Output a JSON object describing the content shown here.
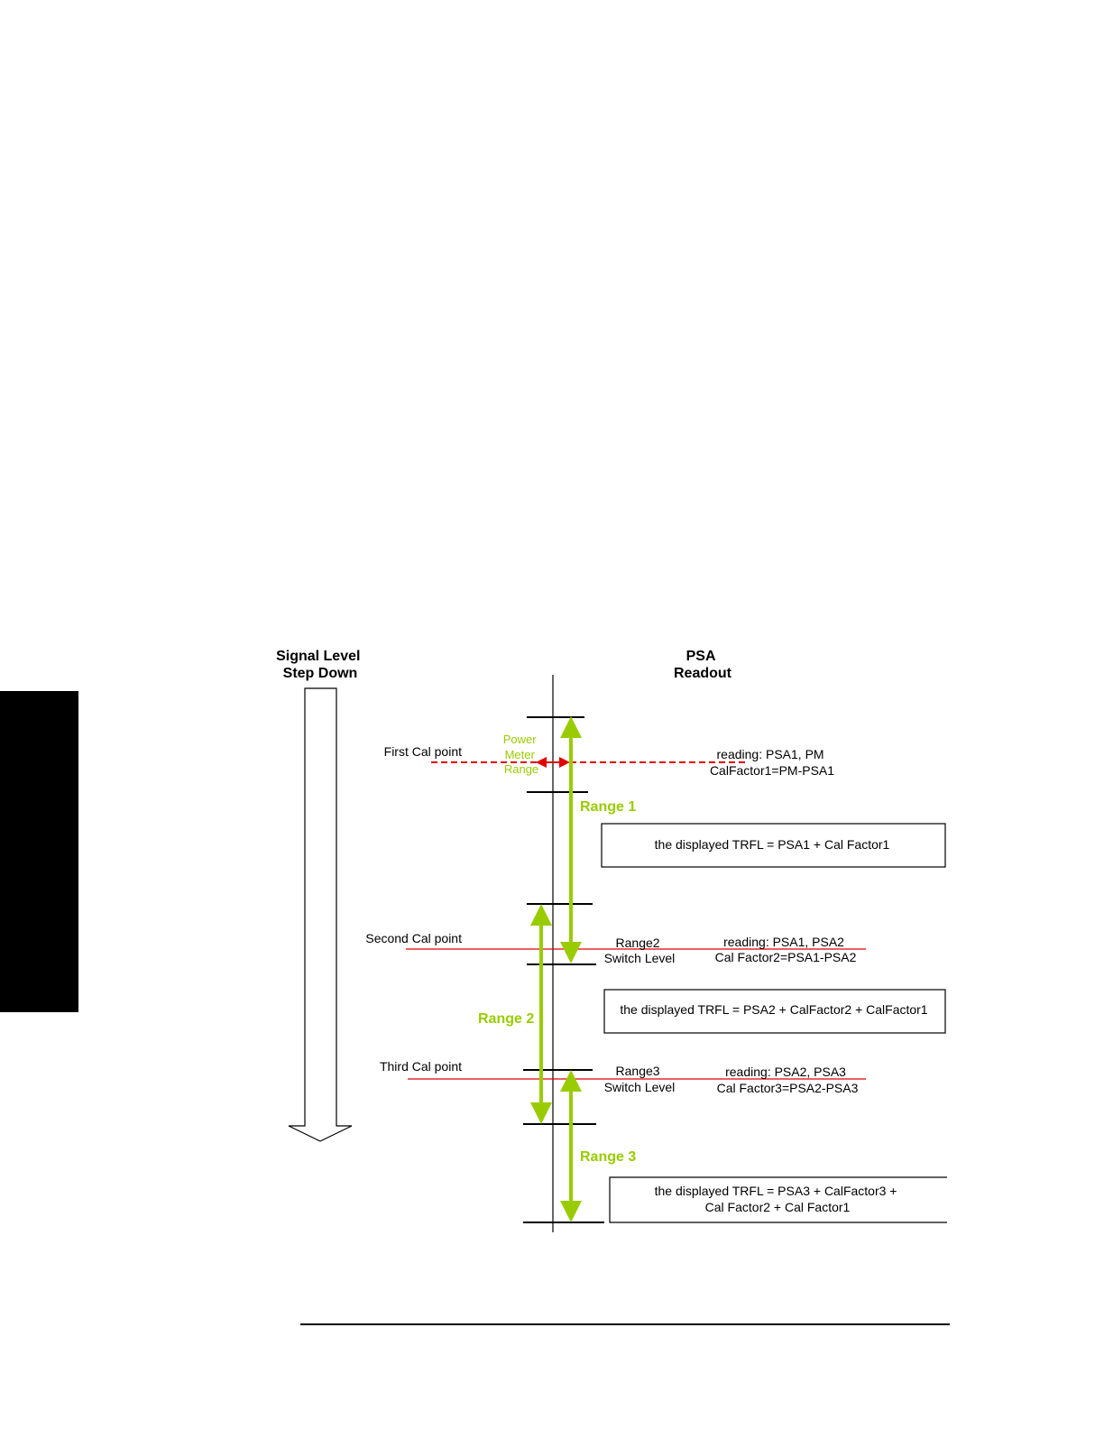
{
  "colors": {
    "range_arrow": "#99cc00",
    "power_meter_line": "#e00000",
    "switch_line": "#e00000",
    "ink": "#000000",
    "side_tab": "#000000"
  },
  "headers": {
    "signal_level": [
      "Signal Level",
      "Step Down"
    ],
    "psa_readout": [
      "PSA",
      "Readout"
    ]
  },
  "power_meter_range": [
    "Power",
    "Meter",
    "Range"
  ],
  "cal_points": [
    {
      "label": "First Cal point",
      "reading": [
        "reading: PSA1, PM",
        "CalFactor1=PM-PSA1"
      ]
    },
    {
      "label": "Second Cal point",
      "switch": [
        "Range2",
        "Switch Level"
      ],
      "reading": [
        "reading: PSA1, PSA2",
        "Cal Factor2=PSA1-PSA2"
      ]
    },
    {
      "label": "Third Cal point",
      "switch": [
        "Range3",
        "Switch Level"
      ],
      "reading": [
        "reading: PSA2, PSA3",
        "Cal Factor3=PSA2-PSA3"
      ]
    }
  ],
  "ranges": [
    "Range 1",
    "Range 2",
    "Range 3"
  ],
  "formula_boxes": [
    [
      "the displayed TRFL = PSA1 + Cal Factor1"
    ],
    [
      "the displayed TRFL = PSA2 + CalFactor2 + CalFactor1"
    ],
    [
      "the displayed TRFL = PSA3 + CalFactor3 +",
      "Cal Factor2 + Cal Factor1"
    ]
  ],
  "icons": {
    "step_down_arrow": "down-arrow-icon",
    "range_arrows": "double-headed-arrow-icon"
  }
}
